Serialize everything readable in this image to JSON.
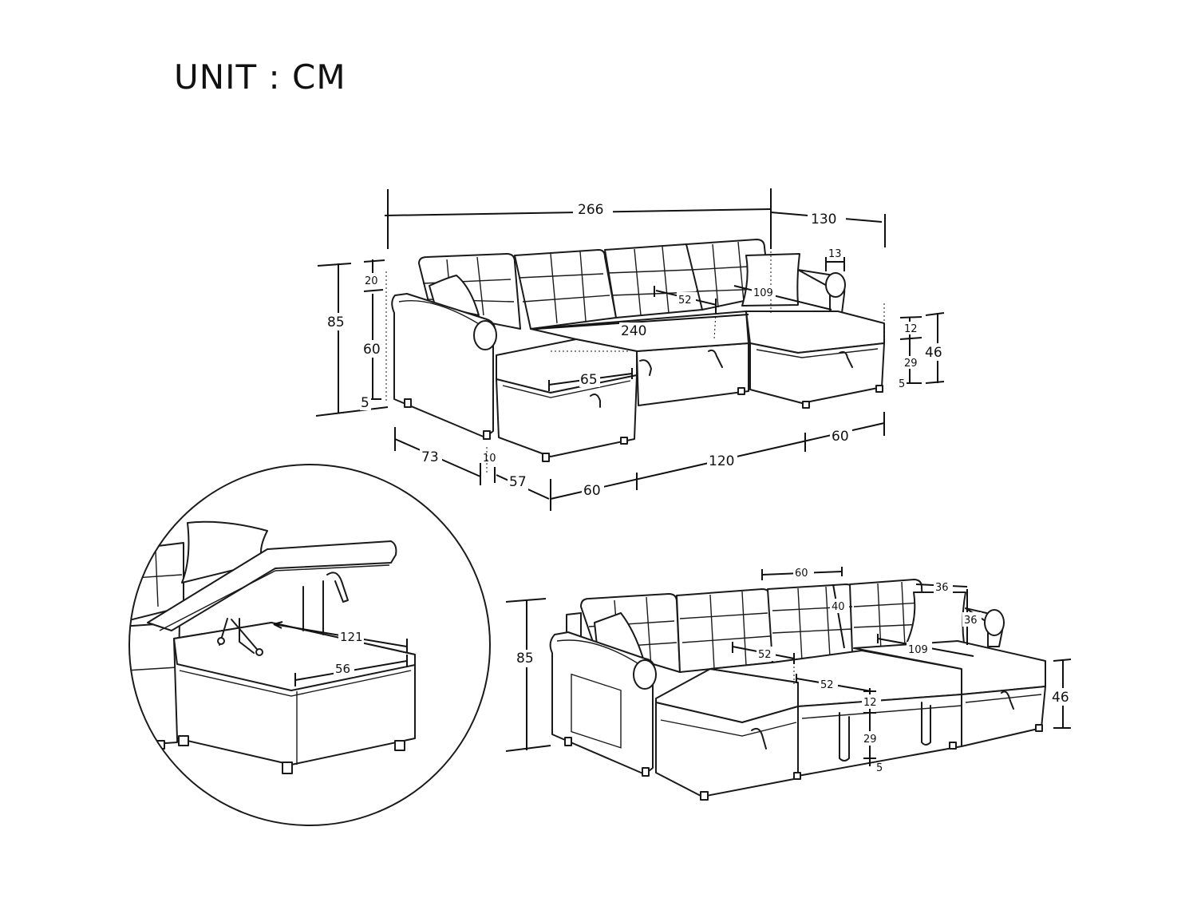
{
  "header": {
    "unit": "UNIT : CM"
  },
  "top_view": {
    "total_length": "266",
    "depth": "130",
    "total_height": "85",
    "back_height": "20",
    "arm_height": "60",
    "leg_height": "5",
    "back_depth": "13",
    "seat_depth_inner": "52",
    "chaise_seat_length": "109",
    "seat_width": "240",
    "ottoman_width": "65",
    "ottoman_top": "12",
    "ottoman_storage": "29",
    "ottoman_leg": "5",
    "seat_height": "46",
    "arm_width": "73",
    "arm_gap": "10",
    "base_depth": "57",
    "chaise_width_left": "60",
    "middle_width": "120",
    "chaise_width_right": "60"
  },
  "detail_view": {
    "storage_length": "121",
    "storage_width": "56"
  },
  "bottom_view": {
    "height": "85",
    "cushion_width": "60",
    "back_cushion_height": "40",
    "arm_width": "36",
    "arm_height": "36",
    "chaise_length": "109",
    "seat_depth_a": "52",
    "seat_depth_b": "52",
    "seat_top": "12",
    "seat_storage": "29",
    "leg_height": "5",
    "seat_height": "46"
  }
}
